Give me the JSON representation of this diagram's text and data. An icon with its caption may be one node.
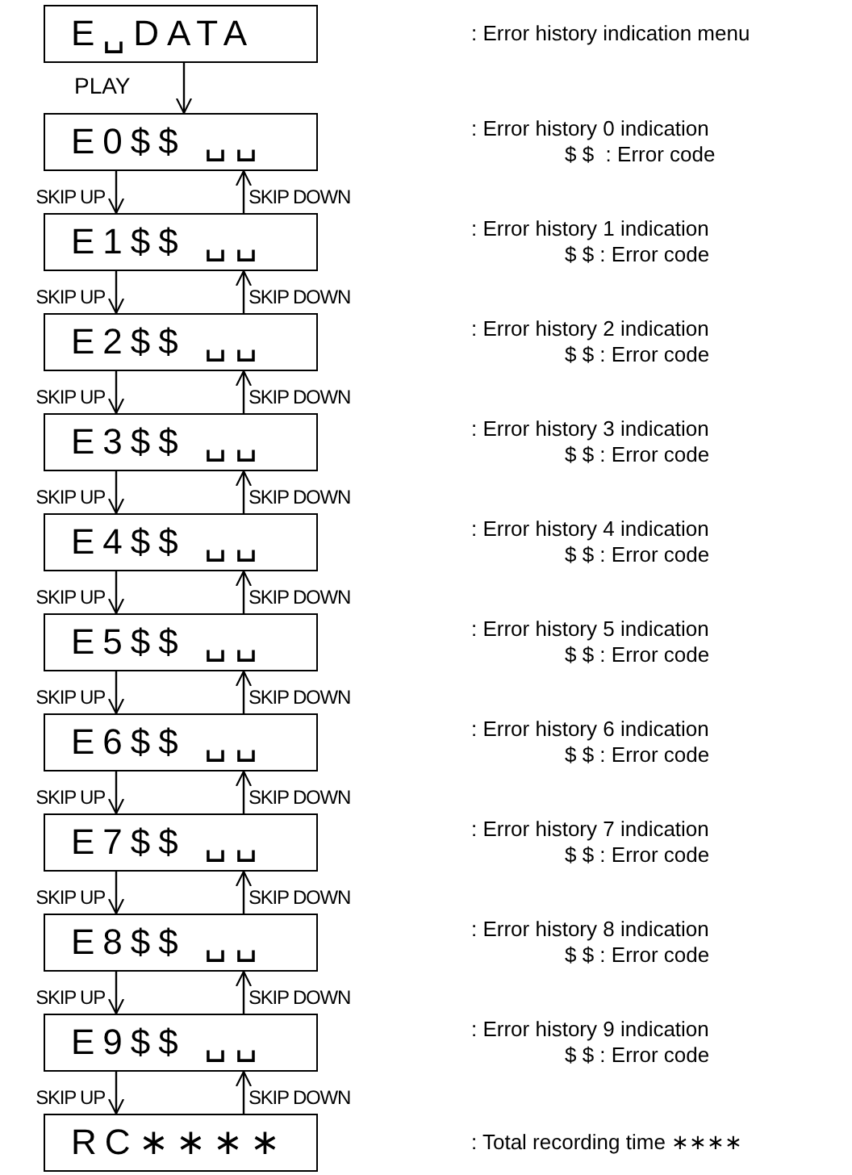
{
  "diagram": {
    "nodes": [
      {
        "text": [
          "E␣DATA"
        ]
      },
      {
        "text": [
          "E0$$ ␣␣"
        ]
      },
      {
        "text": [
          "E1$$ ␣␣"
        ]
      },
      {
        "text": [
          "E2$$ ␣␣"
        ]
      },
      {
        "text": [
          "E3$$ ␣␣"
        ]
      },
      {
        "text": [
          "E4$$ ␣␣"
        ]
      },
      {
        "text": [
          "E5$$ ␣␣"
        ]
      },
      {
        "text": [
          "E6$$ ␣␣"
        ]
      },
      {
        "text": [
          "E7$$ ␣␣"
        ]
      },
      {
        "text": [
          "E8$$ ␣␣"
        ]
      },
      {
        "text": [
          "E9$$ ␣␣"
        ]
      },
      {
        "text": [
          "RC∗∗∗∗"
        ]
      }
    ],
    "edges": [
      {
        "from": 0,
        "to": 1,
        "arrow": "to",
        "label": "PLAY"
      },
      {
        "from": 1,
        "to": 2,
        "arrow": "to",
        "label": "SKIP UP"
      },
      {
        "from": 2,
        "to": 1,
        "arrow": "to",
        "label": "SKIP DOWN"
      },
      {
        "from": 2,
        "to": 3,
        "arrow": "to",
        "label": "SKIP UP"
      },
      {
        "from": 3,
        "to": 2,
        "arrow": "to",
        "label": "SKIP DOWN"
      },
      {
        "from": 3,
        "to": 4,
        "arrow": "to",
        "label": "SKIP UP"
      },
      {
        "from": 4,
        "to": 3,
        "arrow": "to",
        "label": "SKIP DOWN"
      },
      {
        "from": 4,
        "to": 5,
        "arrow": "to",
        "label": "SKIP UP"
      },
      {
        "from": 5,
        "to": 4,
        "arrow": "to",
        "label": "SKIP DOWN"
      },
      {
        "from": 5,
        "to": 6,
        "arrow": "to",
        "label": "SKIP UP"
      },
      {
        "from": 6,
        "to": 5,
        "arrow": "to",
        "label": "SKIP DOWN"
      },
      {
        "from": 6,
        "to": 7,
        "arrow": "to",
        "label": "SKIP UP"
      },
      {
        "from": 7,
        "to": 6,
        "arrow": "to",
        "label": "SKIP DOWN"
      },
      {
        "from": 7,
        "to": 8,
        "arrow": "to",
        "label": "SKIP UP"
      },
      {
        "from": 8,
        "to": 7,
        "arrow": "to",
        "label": "SKIP DOWN"
      },
      {
        "from": 8,
        "to": 9,
        "arrow": "to",
        "label": "SKIP UP"
      },
      {
        "from": 9,
        "to": 8,
        "arrow": "to",
        "label": "SKIP DOWN"
      },
      {
        "from": 9,
        "to": 10,
        "arrow": "to",
        "label": "SKIP UP"
      },
      {
        "from": 10,
        "to": 9,
        "arrow": "to",
        "label": "SKIP DOWN"
      },
      {
        "from": 10,
        "to": 11,
        "arrow": "to",
        "label": "SKIP UP"
      },
      {
        "from": 11,
        "to": 10,
        "arrow": "to",
        "label": "SKIP DOWN"
      }
    ],
    "labels": [
      ": Error history indication menu",
      ": Error history 0 indication",
      "$ $  : Error code",
      ": Error history 1 indication",
      "$ $ : Error code",
      ": Error history 2 indication",
      "$ $ : Error code",
      ": Error history 3 indication",
      "$ $ : Error code",
      ": Error history 4 indication",
      "$ $ : Error code",
      ": Error history 5 indication",
      "$ $ : Error code",
      ": Error history 6 indication",
      "$ $ : Error code",
      ": Error history 7 indication",
      "$ $ : Error code",
      ": Error history 8 indication",
      "$ $ : Error code",
      ": Error history 9 indication",
      "$ $ : Error code",
      ": Total recording time ∗∗∗∗"
    ]
  }
}
